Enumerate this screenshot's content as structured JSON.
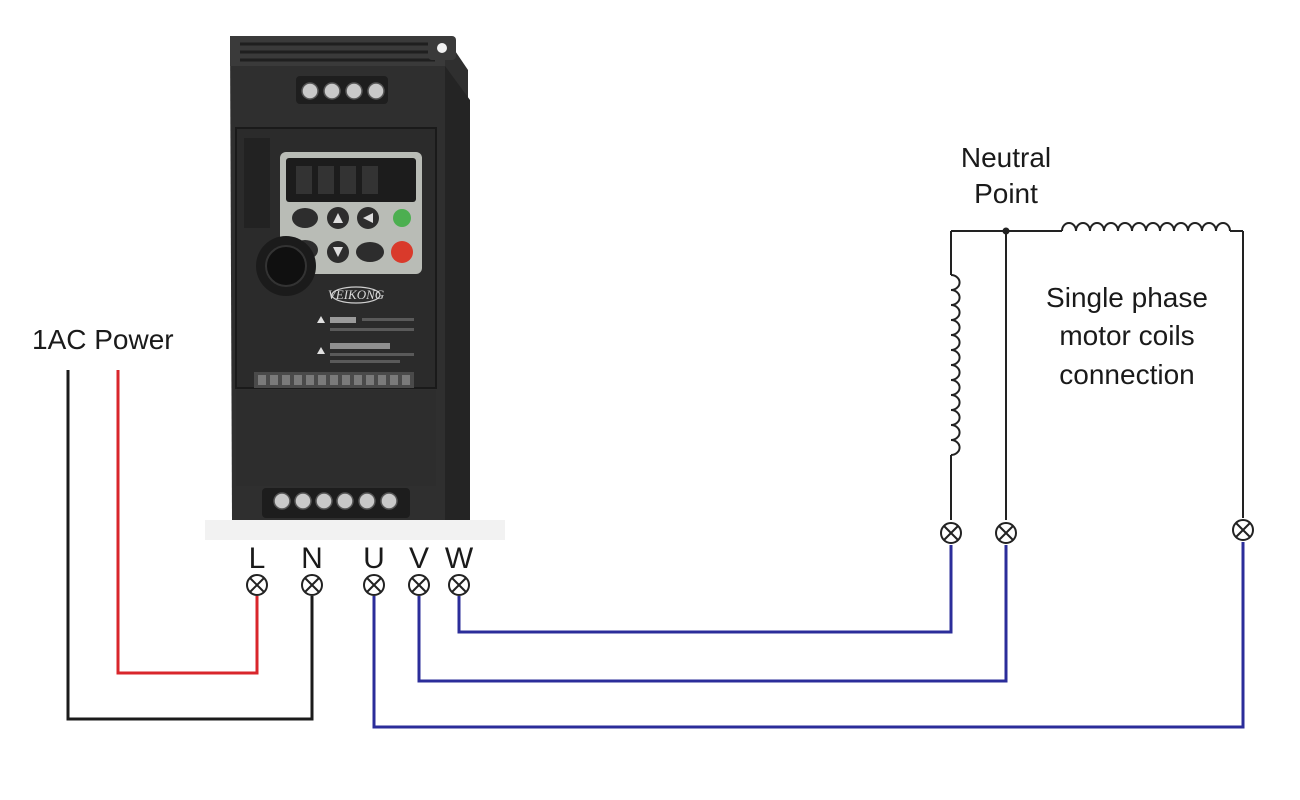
{
  "labels": {
    "power": "1AC Power",
    "neutral_line1": "Neutral",
    "neutral_line2": "Point",
    "coils_line1": "Single phase",
    "coils_line2": "motor coils",
    "coils_line3": "connection"
  },
  "terminals": {
    "L": "L",
    "N": "N",
    "U": "U",
    "V": "V",
    "W": "W"
  },
  "vfd": {
    "brand": "VEIKONG"
  },
  "colors": {
    "line_wire": "#d9262b",
    "neutral_wire": "#1b1b1b",
    "motor_wire": "#2b2d9a",
    "coil": "#222222",
    "vfd_body": "#2a2a2a",
    "keypad": "#b9bcb6"
  }
}
